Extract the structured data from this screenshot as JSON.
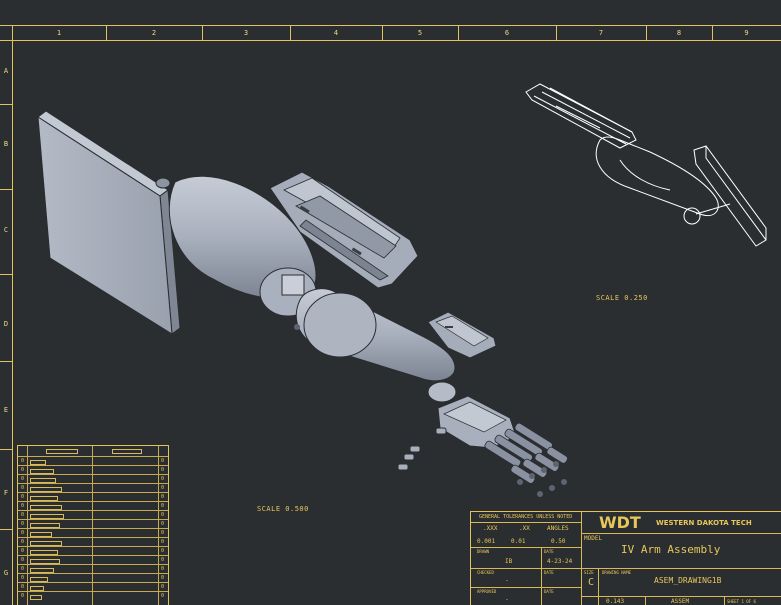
{
  "border": {
    "columns": [
      "1",
      "2",
      "3",
      "4",
      "5",
      "6",
      "7",
      "8",
      "9"
    ],
    "rows": [
      "A",
      "B",
      "C",
      "D",
      "E",
      "F",
      "G"
    ]
  },
  "views": {
    "main_scale": "SCALE 0.500",
    "iso_scale": "SCALE 0.250"
  },
  "parts_list": {
    "row_markers": [
      "0",
      "0",
      "0",
      "0",
      "0",
      "0",
      "0",
      "0",
      "0",
      "0",
      "0",
      "0",
      "0",
      "0",
      "0",
      "0"
    ],
    "right_markers": [
      "0",
      "0",
      "0",
      "0",
      "0",
      "0",
      "0",
      "0",
      "0",
      "0",
      "0",
      "0",
      "0",
      "0",
      "0",
      "0"
    ]
  },
  "title_block": {
    "tolerance_header": "GENERAL TOLERANCES UNLESS NOTED",
    "tol_xxx_label": ".XXX",
    "tol_xx_label": ".XX",
    "tol_angles_label": "ANGLES",
    "tol_xxx_value": "0.001",
    "tol_xx_value": "0.01",
    "tol_angles_value": "0.50",
    "drawn_label": "DRAWN",
    "drawn_value": "IB",
    "date_label": "DATE",
    "date_value": "4-23-24",
    "checked_label": "CHECKED",
    "checked_value": "-",
    "checked_date_label": "DATE",
    "approved_label": "APPROVED",
    "approved_value": "-",
    "approved_date_label": "DATE",
    "logo": "WDT",
    "company": "WESTERN DAKOTA TECH",
    "model_label": "MODEL",
    "model_value": "IV Arm Assembly",
    "size_label": "SIZE",
    "size_value": "C",
    "drawing_name_label": "DRAWING NAME",
    "drawing_name_value": "ASEM_DRAWING1B",
    "scale_value": "0.143",
    "type_value": "ASSEM",
    "sheet_value": "SHEET 1 OF 6"
  },
  "colors": {
    "background": "#2b2e31",
    "border": "#e2c25c",
    "part_fill": "#a9b0bd",
    "wire": "#ffffff"
  }
}
